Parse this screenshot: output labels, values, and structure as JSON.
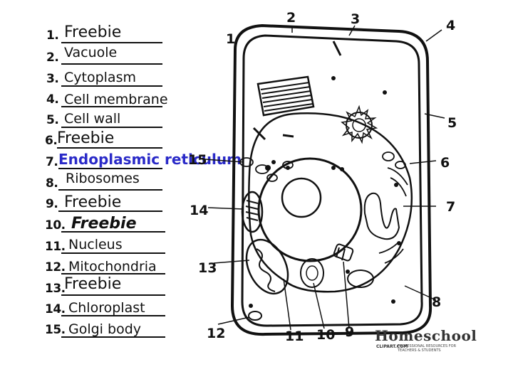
{
  "worksheet": {
    "rows": [
      {
        "number": "1.",
        "answer": "Freebie"
      },
      {
        "number": "2.",
        "answer": "Vacuole"
      },
      {
        "number": "3.",
        "answer": "Cytoplasm"
      },
      {
        "number": "4.",
        "answer": "Cell membrane"
      },
      {
        "number": "5.",
        "answer": "Cell wall"
      },
      {
        "number": "6.",
        "answer": "Freebie"
      },
      {
        "number": "7.",
        "answer": "Endoplasmic reticulum"
      },
      {
        "number": "8.",
        "answer": "Ribosomes"
      },
      {
        "number": "9.",
        "answer": "Freebie"
      },
      {
        "number": "10.",
        "answer": "Freebie"
      },
      {
        "number": "11.",
        "answer": "Nucleus"
      },
      {
        "number": "12.",
        "answer": "Mitochondria"
      },
      {
        "number": "13.",
        "answer": "Freebie"
      },
      {
        "number": "14.",
        "answer": "Chloroplast"
      },
      {
        "number": "15.",
        "answer": "Golgi body"
      }
    ]
  },
  "diagram": {
    "labels": [
      "1",
      "2",
      "3",
      "4",
      "5",
      "6",
      "7",
      "8",
      "9",
      "10",
      "11",
      "12",
      "13",
      "14",
      "15"
    ]
  },
  "logo": {
    "brand": "Homeschool",
    "line1": "CLIPART.COM",
    "line2": "PROFESSIONAL RESOURCES FOR TEACHERS & STUDENTS"
  }
}
